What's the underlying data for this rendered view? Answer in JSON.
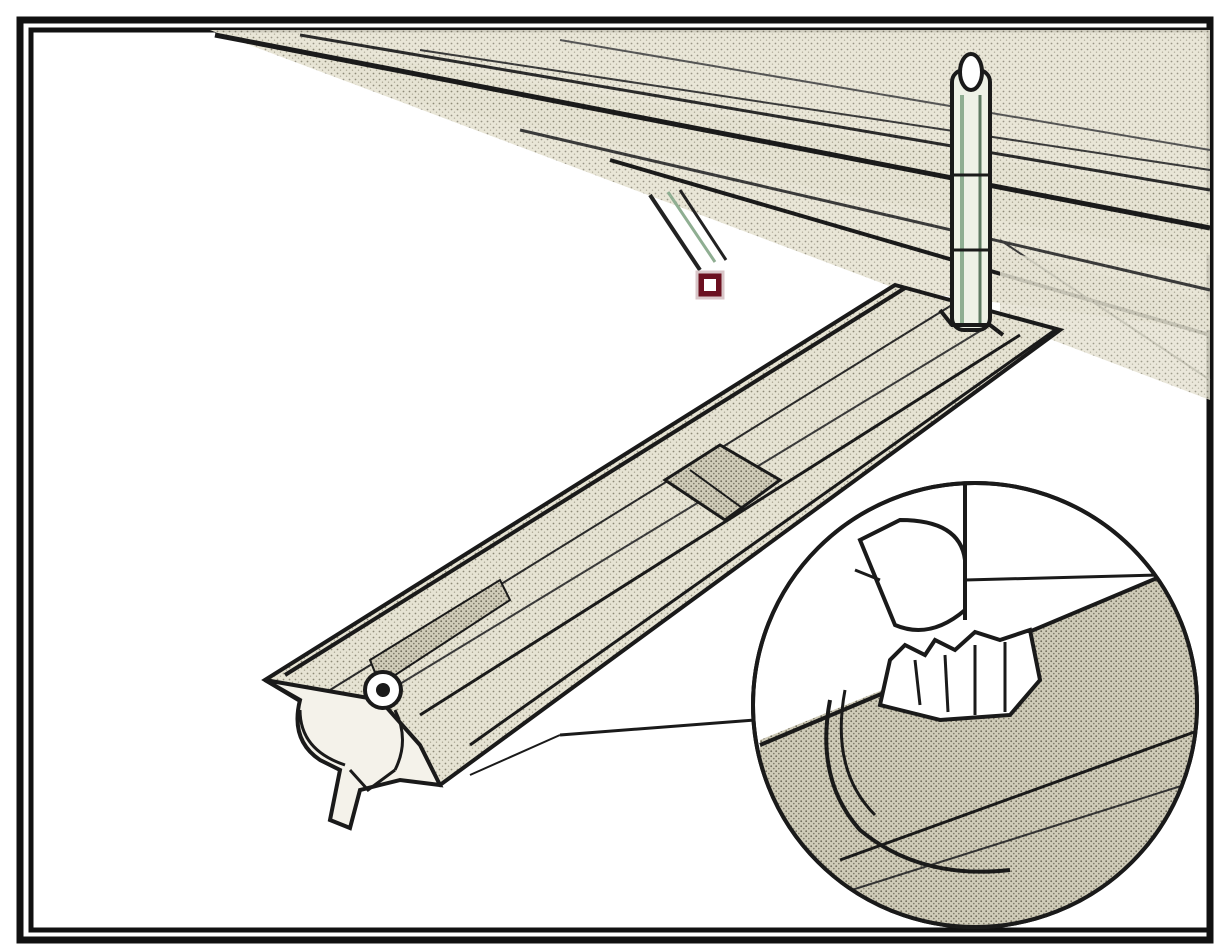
{
  "figure": {
    "subject": "step-ladder-bracket-illustration",
    "palette": {
      "ink": "#1a1a1a",
      "paper": "#ffffff",
      "metal_fill": "#e6e3d3",
      "metal_dark": "#bdb9a7",
      "accent_green": "#8fae92",
      "pointer_tip": "#6b1020"
    },
    "parts": {
      "frame": "outer-frame",
      "top_rail": "upper-rail",
      "lower_rail": "lower-rail",
      "post": "vertical-post",
      "pointer": "indicator-arrow",
      "zoom_callout": "detail-magnifier-circle",
      "hinge": "hinge-end-clamp"
    }
  }
}
